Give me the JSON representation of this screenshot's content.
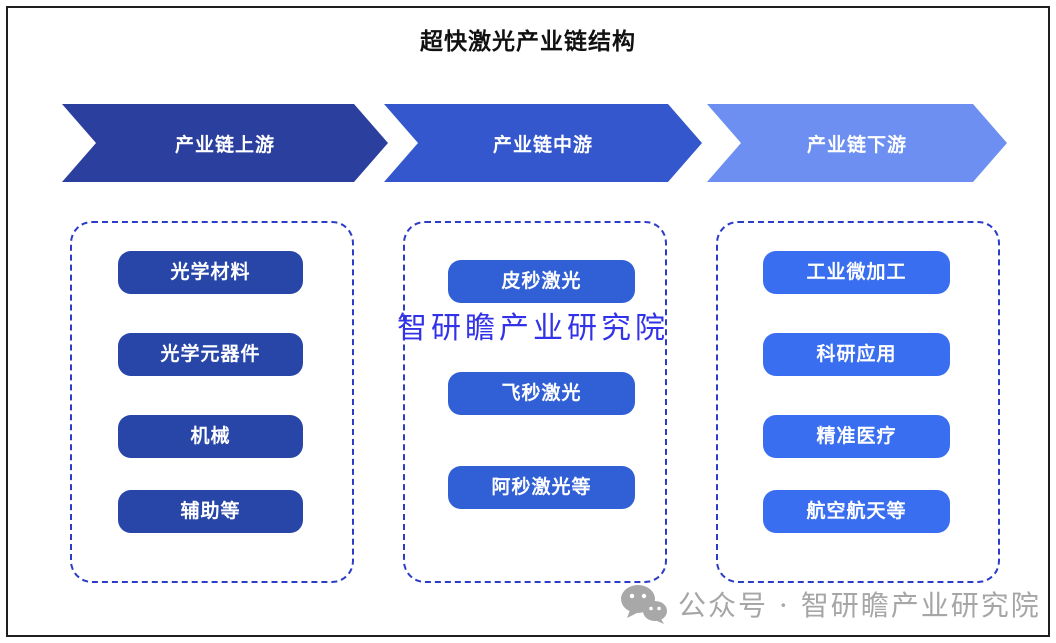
{
  "title": "超快激光产业链结构",
  "watermark": "智研瞻产业研究院",
  "footer": {
    "wechat_label": "公众号 · 智研瞻产业研究院",
    "wechat_icon": "wechat-logo"
  },
  "columns": [
    {
      "id": "upstream",
      "header": "产业链上游",
      "items": [
        "光学材料",
        "光学元器件",
        "机械",
        "辅助等"
      ]
    },
    {
      "id": "midstream",
      "header": "产业链中游",
      "items": [
        "皮秒激光",
        "飞秒激光",
        "阿秒激光等"
      ]
    },
    {
      "id": "downstream",
      "header": "产业链下游",
      "items": [
        "工业微加工",
        "科研应用",
        "精准医疗",
        "航空航天等"
      ]
    }
  ],
  "colors": {
    "arrow_upstream": "#2a3f9e",
    "arrow_midstream": "#3457cd",
    "arrow_downstream": "#6d8ff2",
    "box_upstream": "#2846a8",
    "box_midstream": "#3160d6",
    "box_downstream": "#3a6ef0",
    "dashed_border": "#2b3cc8",
    "watermark": "#3232e8",
    "footer_text": "#a6a6a6",
    "frame_border": "#1f1f1f"
  }
}
